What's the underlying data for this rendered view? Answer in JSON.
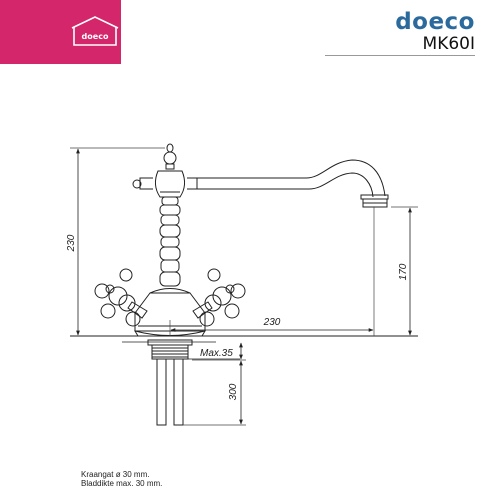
{
  "logo": {
    "text": "doeco",
    "background": "#d4266a"
  },
  "header": {
    "brand": "doeco",
    "model": "MK60I",
    "brand_color": "#2b6a9c"
  },
  "dimensions": {
    "overall_height": "230",
    "spout_reach": "230",
    "spout_height": "170",
    "max_thickness": "Max.35",
    "shank_length": "300"
  },
  "notes": [
    "Kraangat ø 30 mm.",
    "Bladdikte max. 30 mm."
  ]
}
